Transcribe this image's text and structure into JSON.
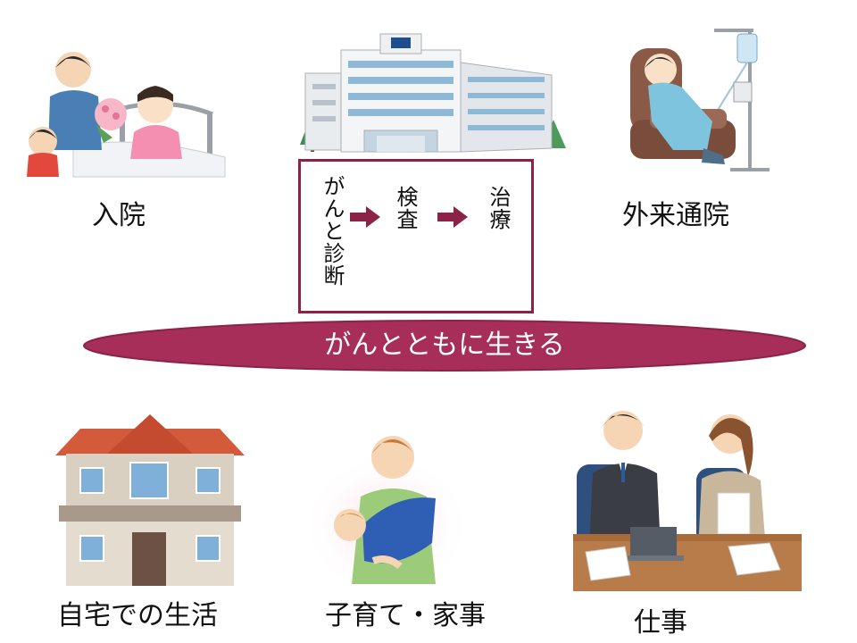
{
  "colors": {
    "accent": "#8b2349",
    "banner_fill": "#a82e5a",
    "banner_text": "#ffffff"
  },
  "top": {
    "hospitalization_label": "入院",
    "outpatient_label": "外来通院"
  },
  "flow": {
    "steps": [
      "がんと診断",
      "検査",
      "治療"
    ]
  },
  "banner": {
    "text": "がんとともに生きる"
  },
  "bottom": {
    "home_label": "自宅での生活",
    "childcare_label": "子育て・家事",
    "work_label": "仕事"
  },
  "icons": [
    "hospital-bed-family-icon",
    "hospital-building-icon",
    "iv-drip-patient-icon",
    "house-icon",
    "parent-baby-icon",
    "office-workers-icon"
  ]
}
